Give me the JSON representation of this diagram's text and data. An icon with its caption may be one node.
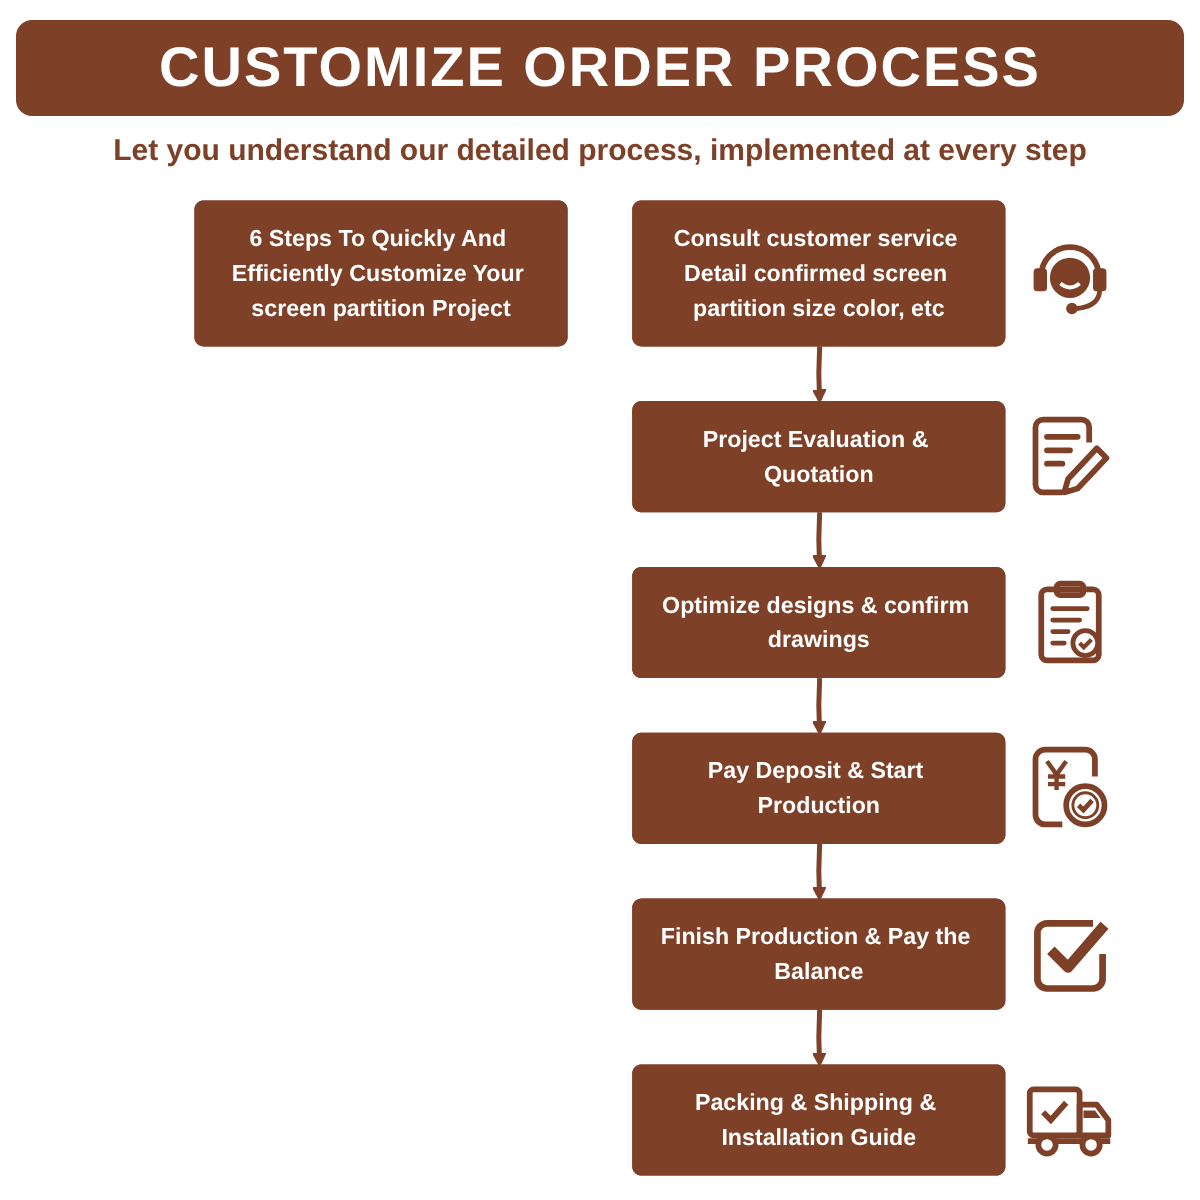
{
  "diagram": {
    "title": "CUSTOMIZE ORDER PROCESS",
    "nodes": [
      {
        "text": [
          "6 Steps To Quickly And Efficiently Customize Your screen partition Project"
        ]
      },
      {
        "text": [
          "Consult customer service Detail confirmed screen partition size color, etc"
        ]
      },
      {
        "text": [
          "Project Evaluation & Quotation"
        ]
      },
      {
        "text": [
          "Optimize designs & confirm drawings"
        ]
      },
      {
        "text": [
          "Packing & Shipping & Installation Guide"
        ]
      },
      {
        "text": [
          "Finish Production & Pay the Balance"
        ]
      },
      {
        "text": [
          "Pay Deposit & Start Production"
        ]
      }
    ],
    "edges": [
      {
        "from": 1,
        "to": 2,
        "arrow": "to"
      },
      {
        "from": 2,
        "to": 3,
        "arrow": "to"
      },
      {
        "from": 3,
        "to": 6,
        "arrow": "to"
      },
      {
        "from": 6,
        "to": 5,
        "arrow": "to"
      },
      {
        "from": 5,
        "to": 4,
        "arrow": "to"
      }
    ],
    "labels": [
      "Let you understand our detailed process, implemented at every step"
    ]
  }
}
